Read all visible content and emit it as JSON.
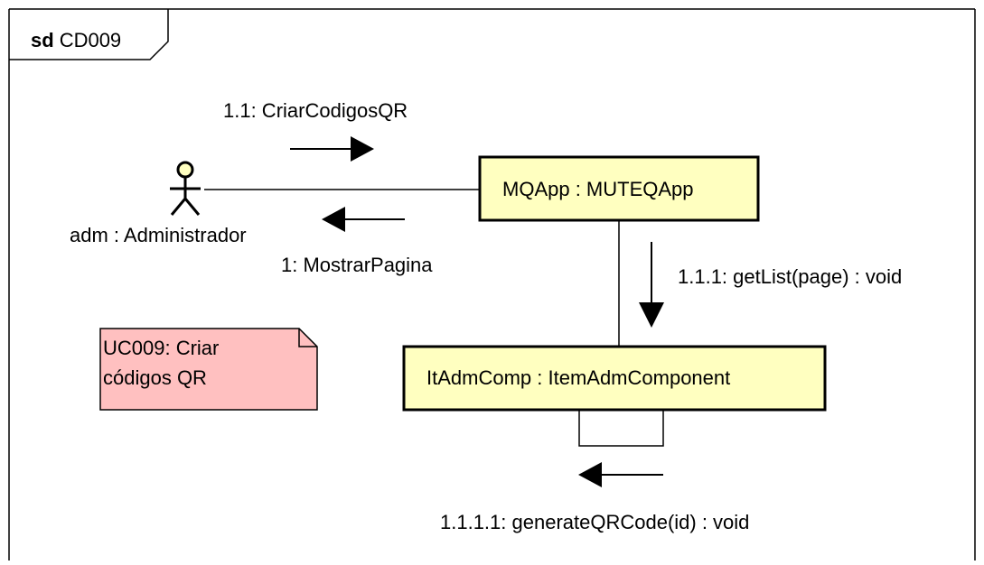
{
  "frame": {
    "keyword": "sd",
    "name": "CD009"
  },
  "actor": {
    "label": "adm : Administrador"
  },
  "lifelines": {
    "mqapp": "MQApp : MUTEQApp",
    "itadmcomp": "ItAdmComp : ItemAdmComponent"
  },
  "messages": {
    "m1_1": "1.1: CriarCodigosQR",
    "m1": "1: MostrarPagina",
    "m1_1_1": "1.1.1: getList(page) : void",
    "m1_1_1_1": "1.1.1.1: generateQRCode(id) : void"
  },
  "note": {
    "line1": "UC009: Criar",
    "line2": "códigos QR"
  },
  "colors": {
    "box_fill": "#ffffc0",
    "note_fill": "#ffc0c0",
    "actor_head": "#ffffc0",
    "stroke": "#000000"
  }
}
